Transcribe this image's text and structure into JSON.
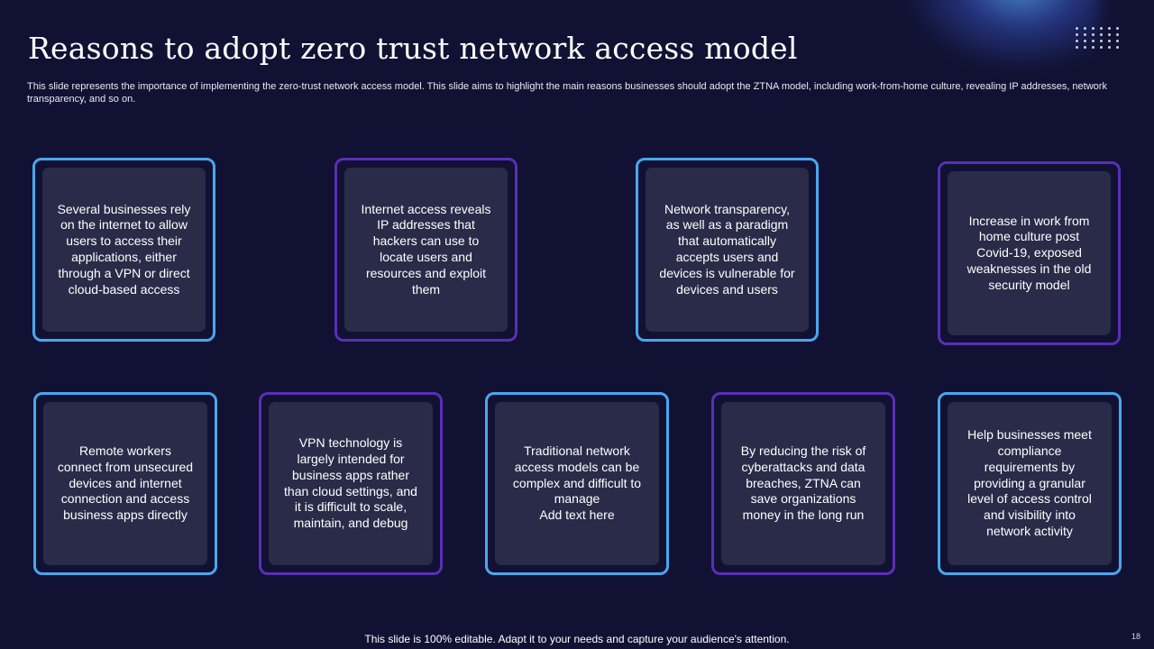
{
  "slide": {
    "title": "Reasons to adopt zero trust network access model",
    "subtitle": "This slide represents the importance of implementing the zero-trust network access model. This slide aims to highlight the main reasons businesses should adopt the ZTNA model, including work-from-home culture, revealing IP addresses, network transparency, and so on.",
    "footer": "This slide is 100% editable. Adapt it to your needs and capture your audience's attention.",
    "page_number": "18"
  },
  "colors": {
    "background": "#111233",
    "card_fill": "#2a2b48",
    "border_blue": "#4aa7ee",
    "border_purple": "#5a2fb6"
  },
  "cards": [
    {
      "text": "Several businesses rely on the internet to allow users to access their applications, either through a VPN or direct cloud-based access",
      "border": "blue"
    },
    {
      "text": "Internet access reveals IP addresses that hackers can use to locate users and resources and exploit them",
      "border": "purple"
    },
    {
      "text": "Network transparency, as well as a paradigm that automatically accepts users and devices is vulnerable for devices and users",
      "border": "blue"
    },
    {
      "text": "Increase in work from home culture post Covid-19, exposed weaknesses in the old security model",
      "border": "purple"
    },
    {
      "text": "Remote workers connect from unsecured devices and internet connection and access business apps directly",
      "border": "blue"
    },
    {
      "text": "VPN technology is largely intended for business apps rather than cloud settings, and it is difficult to scale, maintain, and debug",
      "border": "purple"
    },
    {
      "text": "Traditional network access models can be complex and difficult to manage\nAdd text here",
      "border": "blue"
    },
    {
      "text": "By reducing the risk of cyberattacks and data breaches, ZTNA can save organizations money in the long run",
      "border": "purple"
    },
    {
      "text": "Help businesses meet compliance requirements by providing a granular level of access control and visibility into network activity",
      "border": "blue"
    }
  ]
}
